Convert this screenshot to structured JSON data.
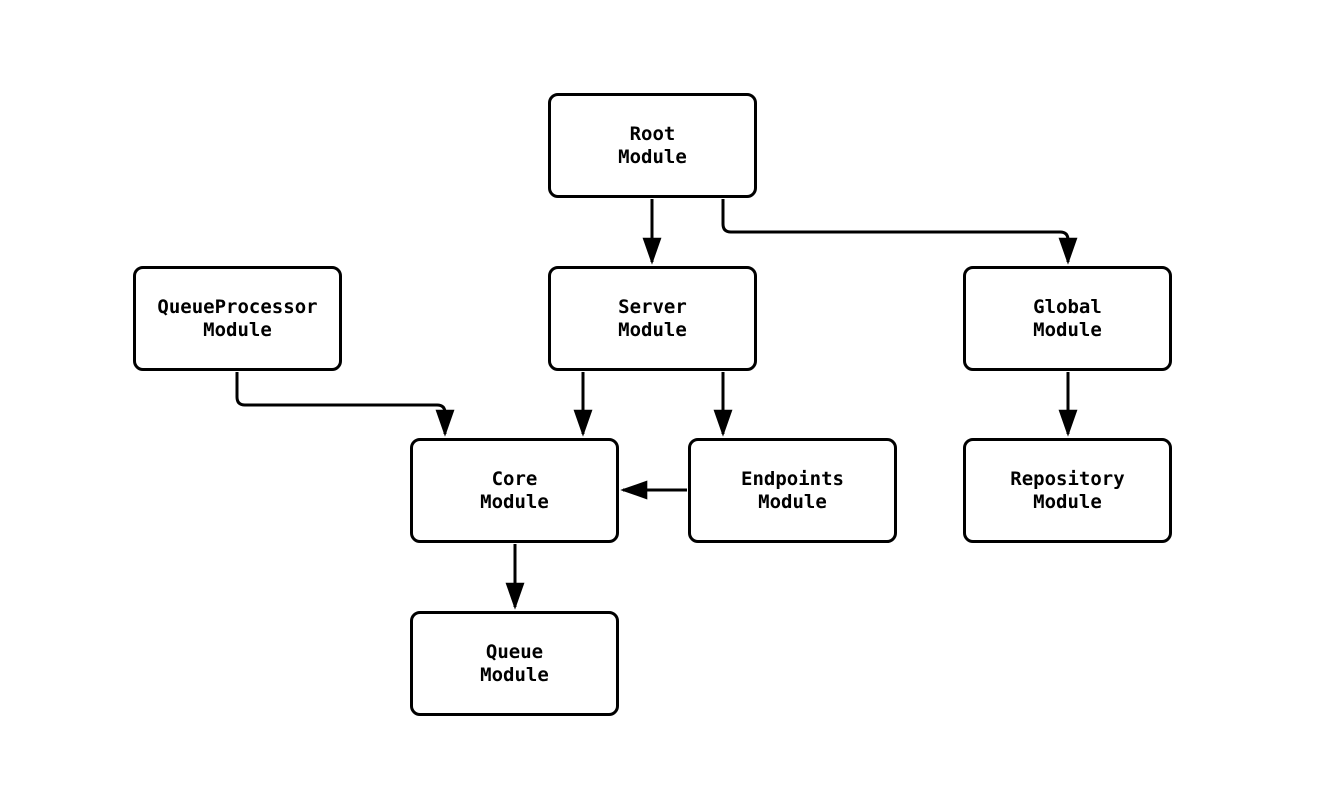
{
  "diagram": {
    "type": "flowchart",
    "background_color": "#ffffff",
    "node_fill_color": "#ffffff",
    "node_border_color": "#000000",
    "text_color": "#000000",
    "edge_color": "#000000"
  },
  "nodes": [
    {
      "id": "root",
      "line1": "Root",
      "line2": "Module"
    },
    {
      "id": "queueprocessor",
      "line1": "QueueProcessor",
      "line2": "Module"
    },
    {
      "id": "server",
      "line1": "Server",
      "line2": "Module"
    },
    {
      "id": "global",
      "line1": "Global",
      "line2": "Module"
    },
    {
      "id": "core",
      "line1": "Core",
      "line2": "Module"
    },
    {
      "id": "endpoints",
      "line1": "Endpoints",
      "line2": "Module"
    },
    {
      "id": "repository",
      "line1": "Repository",
      "line2": "Module"
    },
    {
      "id": "queue",
      "line1": "Queue",
      "line2": "Module"
    }
  ],
  "edges": [
    {
      "from": "Root Module",
      "to": "Server Module"
    },
    {
      "from": "Root Module",
      "to": "Global Module"
    },
    {
      "from": "QueueProcessor Module",
      "to": "Core Module"
    },
    {
      "from": "Server Module",
      "to": "Core Module"
    },
    {
      "from": "Server Module",
      "to": "Endpoints Module"
    },
    {
      "from": "Endpoints Module",
      "to": "Core Module"
    },
    {
      "from": "Core Module",
      "to": "Queue Module"
    },
    {
      "from": "Global Module",
      "to": "Repository Module"
    }
  ]
}
